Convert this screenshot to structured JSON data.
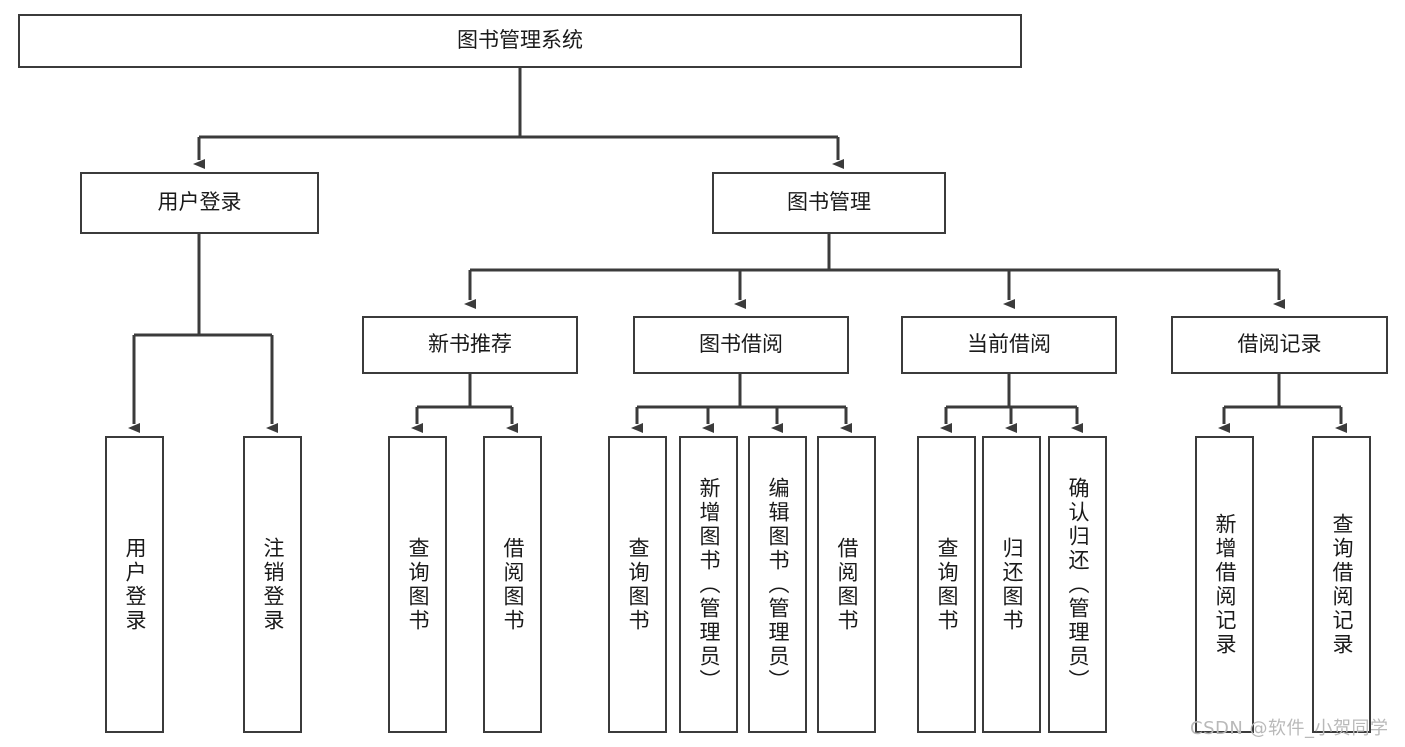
{
  "diagram": {
    "title": "图书管理系统",
    "type": "hierarchy-tree",
    "background_color": "#ffffff",
    "line_color": "#3b3b3b",
    "text_color": "#1a1a1a",
    "levels": 4,
    "root": {
      "label": "图书管理系统"
    },
    "level1": [
      {
        "label": "用户登录"
      },
      {
        "label": "图书管理"
      }
    ],
    "level2": [
      {
        "label": "新书推荐"
      },
      {
        "label": "图书借阅"
      },
      {
        "label": "当前借阅"
      },
      {
        "label": "借阅记录"
      }
    ],
    "leaves": {
      "user_login": [
        {
          "label": "用户登录"
        },
        {
          "label": "注销登录"
        }
      ],
      "new_book_recommend": [
        {
          "label": "查询图书"
        },
        {
          "label": "借阅图书"
        }
      ],
      "book_borrow": [
        {
          "label": "查询图书"
        },
        {
          "label": "新增图书（管理员）"
        },
        {
          "label": "编辑图书（管理员）"
        },
        {
          "label": "借阅图书"
        }
      ],
      "current_borrow": [
        {
          "label": "查询图书"
        },
        {
          "label": "归还图书"
        },
        {
          "label": "确认归还（管理员）"
        }
      ],
      "borrow_record": [
        {
          "label": "新增借阅记录"
        },
        {
          "label": "查询借阅记录"
        }
      ]
    }
  },
  "watermark": {
    "text": "CSDN @软件_小贺同学",
    "color": "#b9b9b9"
  }
}
